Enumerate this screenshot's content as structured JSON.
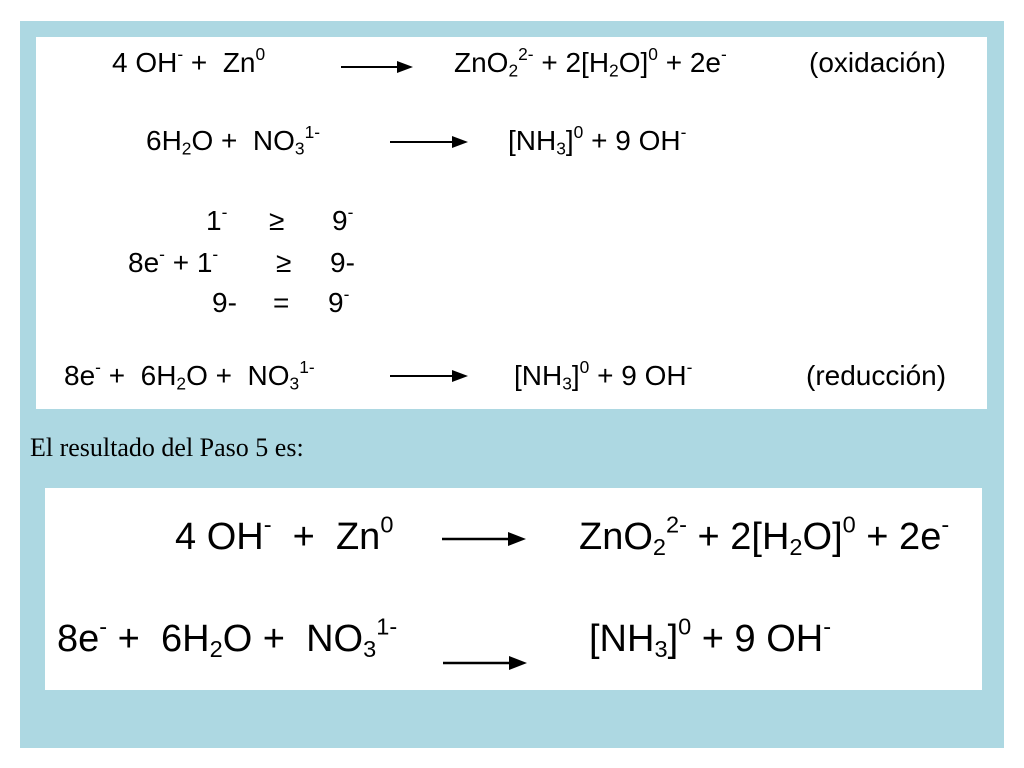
{
  "box1": {
    "line1": {
      "lhs_pre": "4 OH",
      "lhs_pre_sup": "-",
      "lhs_mid": " +  Zn",
      "lhs_mid_sup": "0",
      "rhs_a": "ZnO",
      "rhs_a_sub": "2",
      "rhs_a_sup": "2-",
      "rhs_b": " + 2[H",
      "rhs_b_sub": "2",
      "rhs_b_c": "O]",
      "rhs_b_sup": "0",
      "rhs_c": " + 2e",
      "rhs_c_sup": "-",
      "note": "(oxidación)"
    },
    "line2": {
      "lhs_a": "6H",
      "lhs_a_sub": "2",
      "lhs_b": "O +  NO",
      "lhs_b_sub": "3",
      "lhs_b_sup": "1-",
      "rhs_a": "[NH",
      "rhs_a_sub": "3",
      "rhs_b": "]",
      "rhs_b_sup": "0",
      "rhs_c": " + 9 OH",
      "rhs_c_sup": "-"
    },
    "balance": {
      "r1_left": "1",
      "r1_left_sup": "-",
      "r1_op": "≥",
      "r1_right": "9",
      "r1_right_sup": "-",
      "r2_left_a": "8e",
      "r2_left_a_sup": "-",
      "r2_left_b": " + 1",
      "r2_left_b_sup": "-",
      "r2_op": "≥",
      "r2_right": "9-",
      "r3_left": "9-",
      "r3_op": "=",
      "r3_right": "9",
      "r3_right_sup": "-"
    },
    "line3": {
      "lhs_a": "8e",
      "lhs_a_sup": "-",
      "lhs_b": " +  6H",
      "lhs_b_sub": "2",
      "lhs_c": "O +  NO",
      "lhs_c_sub": "3",
      "lhs_c_sup": "1-",
      "rhs_a": "[NH",
      "rhs_a_sub": "3",
      "rhs_b": "]",
      "rhs_b_sup": "0",
      "rhs_c": " + 9 OH",
      "rhs_c_sup": "-",
      "note": "(reducción)"
    }
  },
  "caption": "El resultado del Paso 5 es:",
  "box2": {
    "line1": {
      "lhs_pre": "4 OH",
      "lhs_pre_sup": "-",
      "lhs_mid": "  +  Zn",
      "lhs_mid_sup": "0",
      "rhs_a": "ZnO",
      "rhs_a_sub": "2",
      "rhs_a_sup": "2-",
      "rhs_b": " + 2[H",
      "rhs_b_sub": "2",
      "rhs_b_c": "O]",
      "rhs_b_sup": "0",
      "rhs_c": " + 2e",
      "rhs_c_sup": "-"
    },
    "line2": {
      "lhs_a": "8e",
      "lhs_a_sup": "-",
      "lhs_b": " +  6H",
      "lhs_b_sub": "2",
      "lhs_c": "O +  NO",
      "lhs_c_sub": "3",
      "lhs_c_sup": "1-",
      "rhs_a": "[NH",
      "rhs_a_sub": "3",
      "rhs_b": "]",
      "rhs_b_sup": "0",
      "rhs_c": " + 9 OH",
      "rhs_c_sup": "-"
    }
  },
  "colors": {
    "slide_background": "#add8e2",
    "box_background": "#ffffff",
    "text": "#000000"
  }
}
